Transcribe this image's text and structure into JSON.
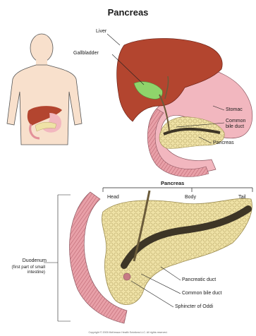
{
  "title": "Pancreas",
  "top_view": {
    "labels": {
      "liver": "Liver",
      "gallbladder": "Gallbladder",
      "stomach": "Stomac",
      "common_bile_duct": "Common bile duct",
      "pancreas": "Pancreas"
    }
  },
  "bottom_view": {
    "title": "Pancreas",
    "regions": {
      "head": "Head",
      "body": "Body",
      "tail": "Tail"
    },
    "labels": {
      "duodenum": "Duodenum",
      "duodenum_note": "(first part of small intestine)",
      "pancreatic_duct": "Pancreatic duct",
      "common_bile_duct": "Common bile duct",
      "sphincter": "Sphincter of Oddi"
    }
  },
  "copyright": "Copyright © 2005 McKesson Health Solutions LLC. All rights reserved.",
  "colors": {
    "liver": "#b3452f",
    "gallbladder": "#8fd46b",
    "stomach": "#f2b7bf",
    "pancreas": "#efe2a6",
    "duct": "#3d3526",
    "duodenum": "#e3919a",
    "skin": "#f8e0cc"
  }
}
